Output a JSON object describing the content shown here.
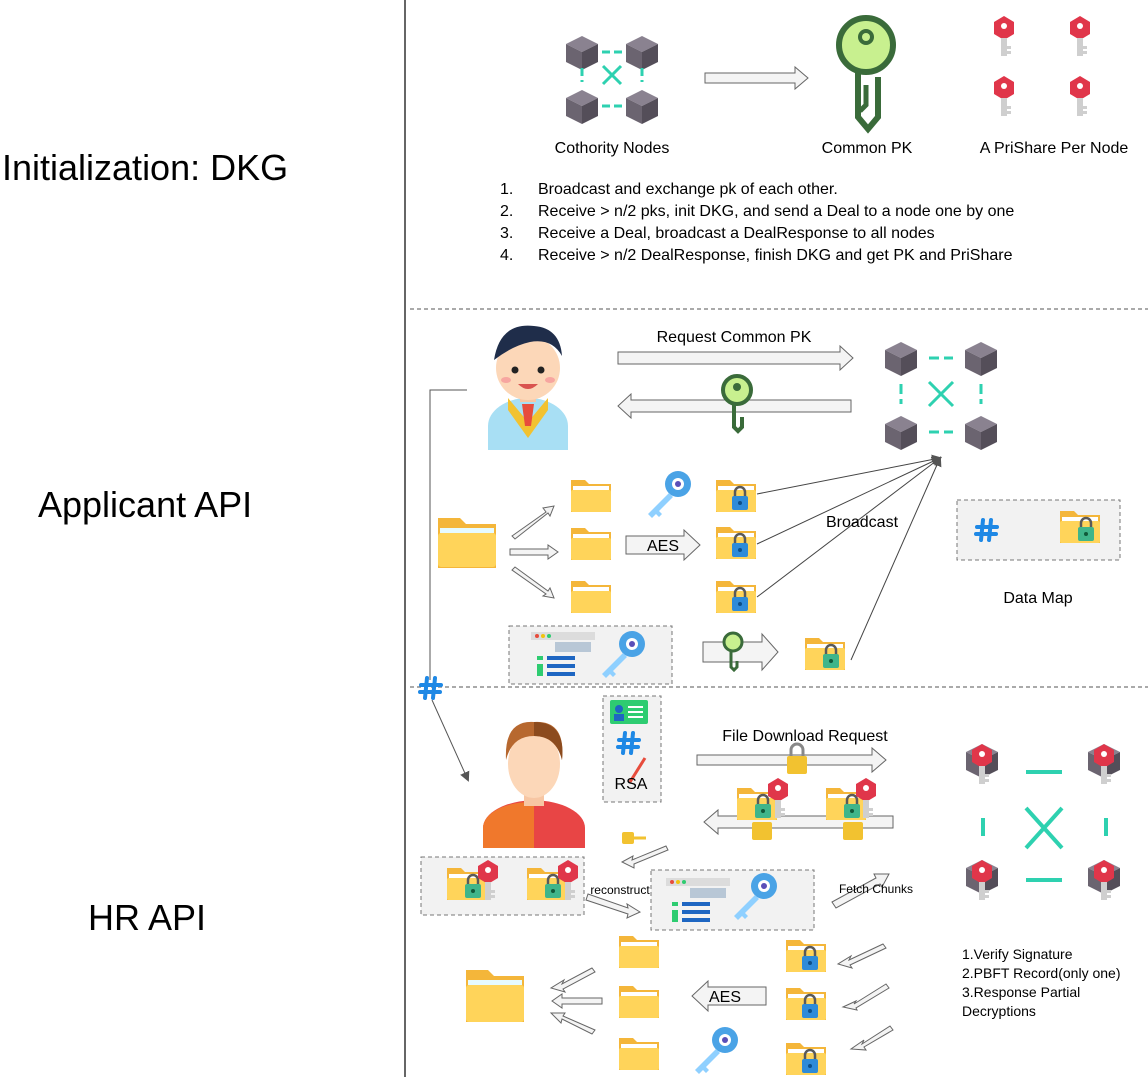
{
  "sections": {
    "initialization": "Initialization: DKG",
    "applicant": "Applicant API",
    "hr": "HR API"
  },
  "dkg": {
    "nodes_label": "Cothority Nodes",
    "pk_label": "Common PK",
    "prishare_label": "A PriShare Per Node",
    "steps": [
      {
        "num": "1.",
        "text": "Broadcast and exchange pk of each other."
      },
      {
        "num": "2.",
        "text": "Receive > n/2 pks, init DKG, and send a Deal to a node one by one"
      },
      {
        "num": "3.",
        "text": "Receive a Deal, broadcast a DealResponse to all nodes"
      },
      {
        "num": "4.",
        "text": "Receive > n/2 DealResponse, finish DKG and get PK and PriShare"
      }
    ]
  },
  "applicant": {
    "request_label": "Request Common PK",
    "aes_label": "AES",
    "broadcast_label": "Broadcast",
    "datamap_label": "Data Map"
  },
  "hr": {
    "rsa_label": "RSA",
    "download_label": "File Download Request",
    "reconstruct_label": "reconstruct",
    "fetch_label": "Fetch Chunks",
    "aes_label": "AES",
    "steps": [
      "1.Verify Signature",
      "2.PBFT Record(only one)",
      "3.Response Partial",
      "Decryptions"
    ]
  },
  "colors": {
    "cube": "#6b6470",
    "teal": "#2ed1b0",
    "green_key": "#3a6b3a",
    "green_key_fill": "#c8f08f",
    "folder": "#ffd45a",
    "folder_dark": "#f4b63a",
    "lock": "#2e8bd8",
    "red_key": "#e0364a",
    "blue_key": "#4aa3e6"
  },
  "icons": [
    "cube-cluster-icon",
    "green-key-icon",
    "red-key-icon",
    "folder-icon",
    "locked-folder-icon",
    "blue-key-icon",
    "hash-icon",
    "id-card-icon",
    "applicant-avatar-icon",
    "hr-avatar-icon"
  ]
}
